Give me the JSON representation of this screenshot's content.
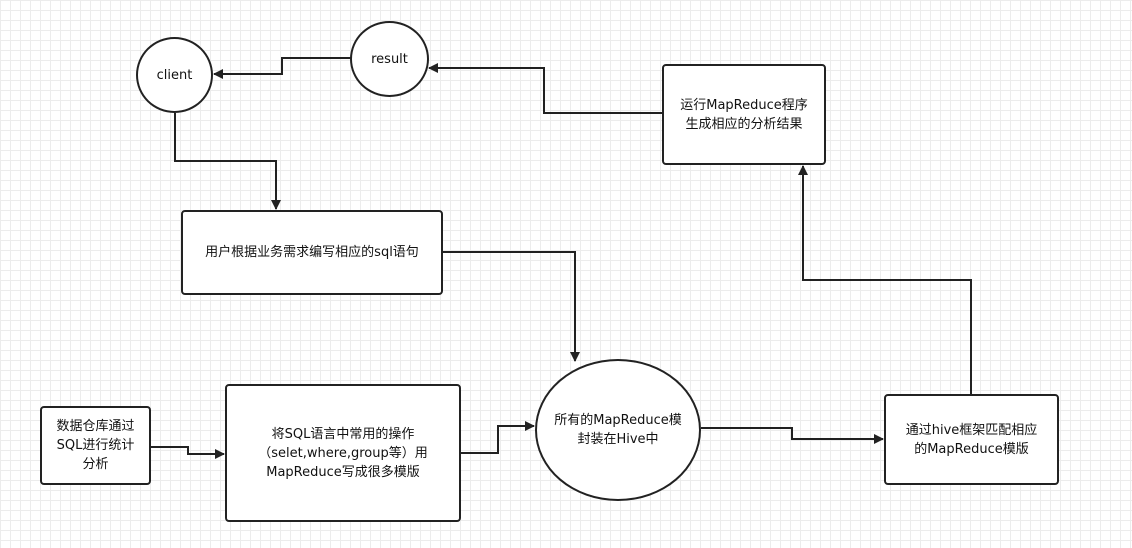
{
  "diagram": {
    "stroke_color": "#222222",
    "fill_color": "#ffffff",
    "grid": true,
    "nodes": {
      "client": "client",
      "result": "result",
      "run_mr": "运行MapReduce程序\n生成相应的分析结果",
      "user_sql": "用户根据业务需求编写相应的sql语句",
      "hive_ellipse": "所有的MapReduce模\n封装在Hive中",
      "warehouse": "数据仓库通过\nSQL进行统计\n分析",
      "templates": "将SQL语言中常用的操作\n（selet,where,group等）用\nMapReduce写成很多模版",
      "hive_match": "通过hive框架匹配相应\n的MapReduce模版"
    }
  }
}
